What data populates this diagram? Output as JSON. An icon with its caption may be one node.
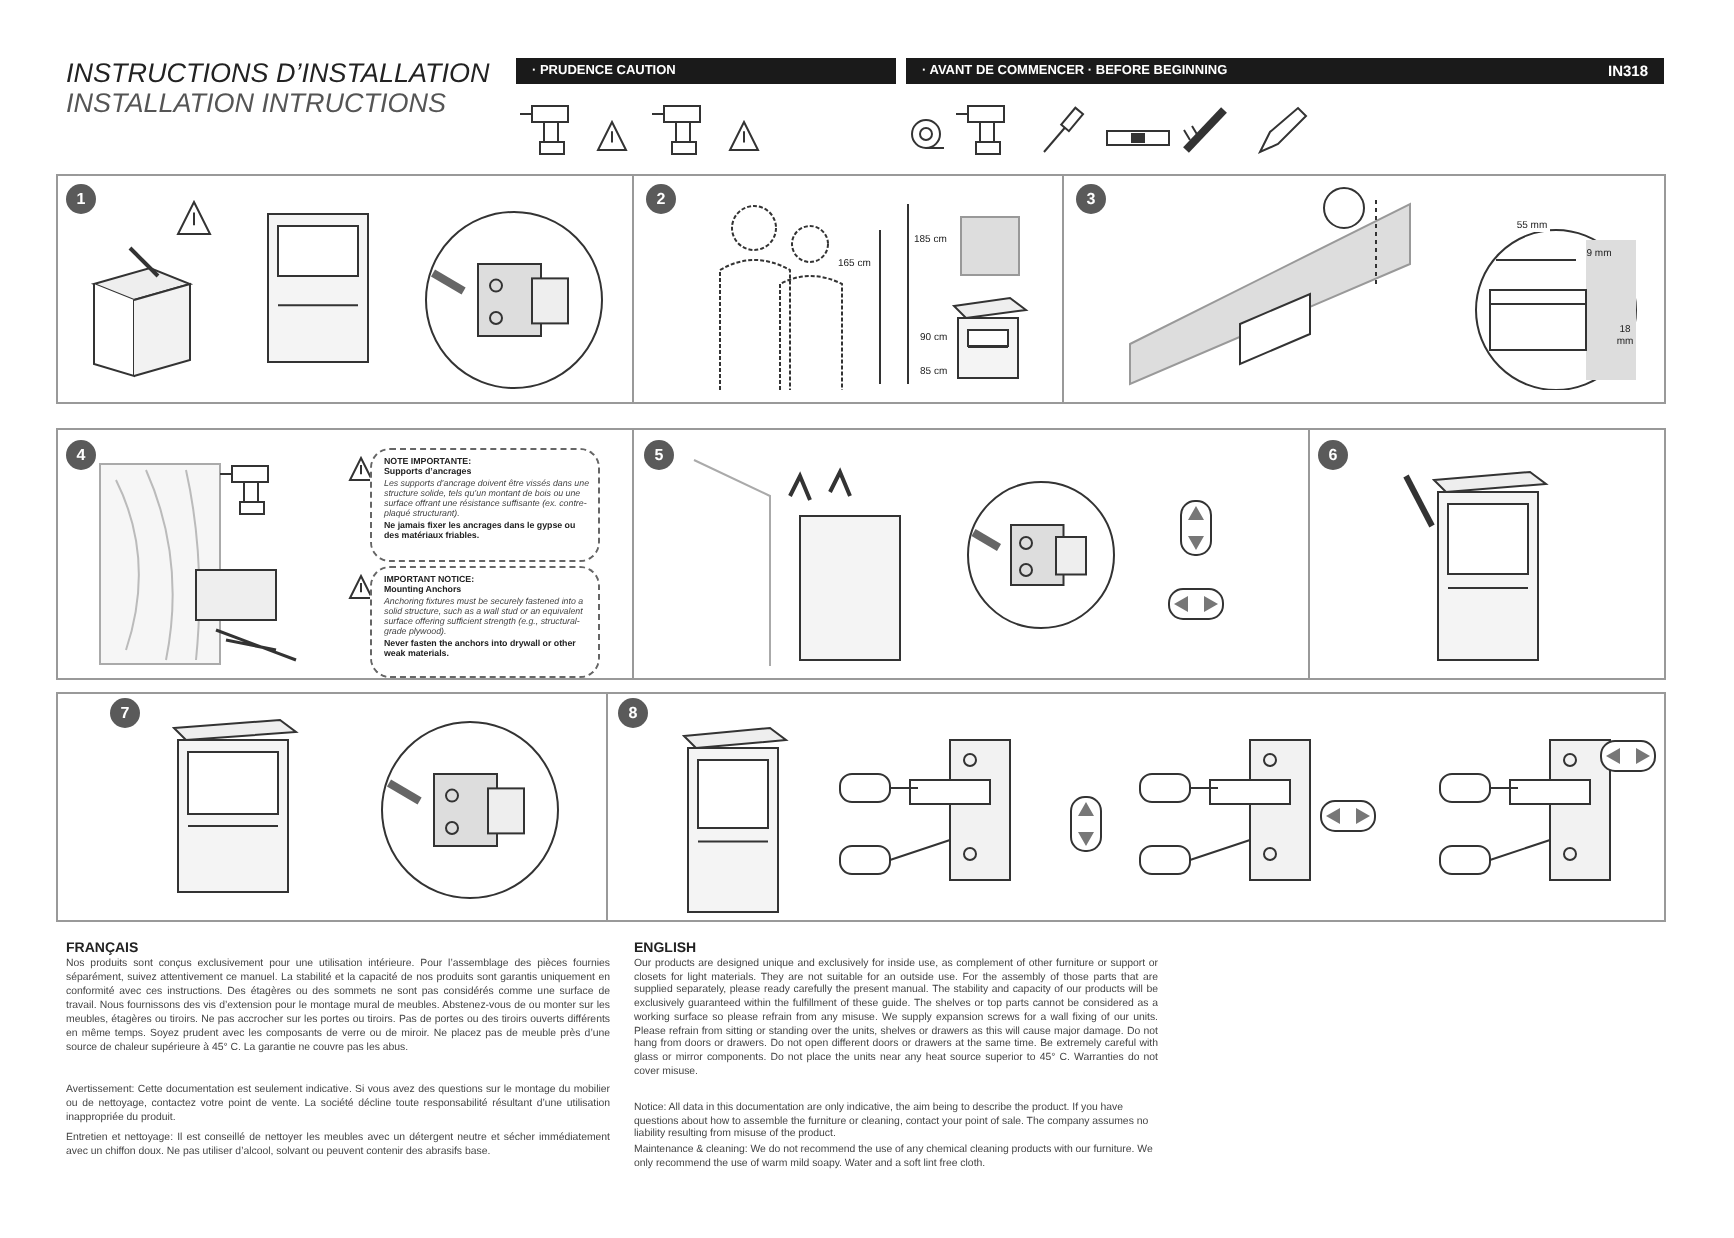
{
  "diagram": {
    "title": "INSTRUCTIONS D’INSTALLATION",
    "nodes": [
      {
        "text": [
          "· PRUDENCE  CAUTION"
        ]
      },
      {
        "text": [
          "· AVANT DE COMMENCER · BEFORE BEGINNING",
          "IN318"
        ]
      },
      {
        "text": [
          "1"
        ]
      },
      {
        "text": [
          "2"
        ]
      },
      {
        "text": [
          "3"
        ]
      },
      {
        "text": [
          "4"
        ]
      },
      {
        "text": [
          "5"
        ]
      },
      {
        "text": [
          "6"
        ]
      },
      {
        "text": [
          "7"
        ]
      },
      {
        "text": [
          "8"
        ]
      },
      {
        "text": [
          "NOTE IMPORTANTE:",
          "Supports d’ancrages",
          "Les supports d’ancrage doivent être vissés dans une structure solide, tels qu’un montant de bois ou une surface offrant une résistance suffisante (ex. contre-plaqué structurant).",
          "Ne jamais fixer les ancrages dans le gypse ou des matériaux friables."
        ]
      },
      {
        "text": [
          "IMPORTANT NOTICE:",
          "Mounting Anchors",
          "Anchoring fixtures must be securely fastened into a solid structure, such as a wall stud or an equivalent surface offering sufficient strength (e.g., structural-grade plywood).",
          "Never fasten the anchors into drywall or other weak materials."
        ]
      }
    ],
    "labels": [
      "INSTALLATION INTRUCTIONS",
      "185 cm",
      "165 cm",
      "90 cm",
      "85 cm",
      "55 mm",
      "9 mm",
      "18 mm",
      "FRANÇAIS",
      "Nos produits sont conçus exclusivement pour une utilisation intérieure. Pour l’assemblage des pièces fournies séparément, suivez attentivement ce manuel. La stabilité et la capacité de nos produits sont garantis uniquement en conformité avec ces instructions. Des étagères ou des sommets ne sont pas considérés comme une surface de travail. Nous fournissons des vis d’extension pour le montage mural de meubles. Abstenez-vous de ou monter sur les meubles, étagères ou tiroirs. Ne pas accrocher sur les portes ou tiroirs. Pas de portes ou des tiroirs ouverts différents en même temps. Soyez prudent avec les composants de verre ou de miroir. Ne placez pas de meuble près d’une source de chaleur supérieure à 45° C. La garantie ne couvre pas les abus.",
      "Avertissement: Cette documentation est seulement indicative. Si vous avez des questions sur le montage du mobilier ou de nettoyage, contactez votre point de vente. La société décline toute responsabilité résultant d’une utilisation inappropriée du produit.",
      "Entretien et nettoyage: Il est conseillé de nettoyer les meubles avec un détergent neutre et sécher immédiatement avec un chiffon doux. Ne pas utiliser d’alcool, solvant ou peuvent contenir des abrasifs base.",
      "ENGLISH",
      "Our products are designed unique and exclusively for inside use, as complement of other furniture or support or closets for light materials. They are not suitable for an outside use. For the assembly of those parts that are supplied separately, please ready carefully the present manual. The stability and capacity of our products will be exclusively guaranteed within the fulfillment of these guide. The shelves or top parts cannot be considered as a working surface so please refrain from any misuse. We supply expansion screws for a wall fixing of our units. Please refrain from sitting or standing over the units, shelves or drawers as this will cause major damage. Do not hang from doors or drawers. Do not open different doors or drawers at the same time. Be extremely careful with glass or mirror components. Do not place the units near any heat source superior to 45° C. Warranties do not cover misuse.",
      "Notice: All data in this documentation are only indicative, the aim being to describe the product. If you have questions about how to assemble the furniture or cleaning, contact your point of sale. The company assumes no liability resulting from misuse of the product.",
      "Maintenance & cleaning: We do not recommend the use of any chemical cleaning products with our furniture. We only recommend the use of warm mild soapy. Water and a soft lint free cloth."
    ]
  }
}
